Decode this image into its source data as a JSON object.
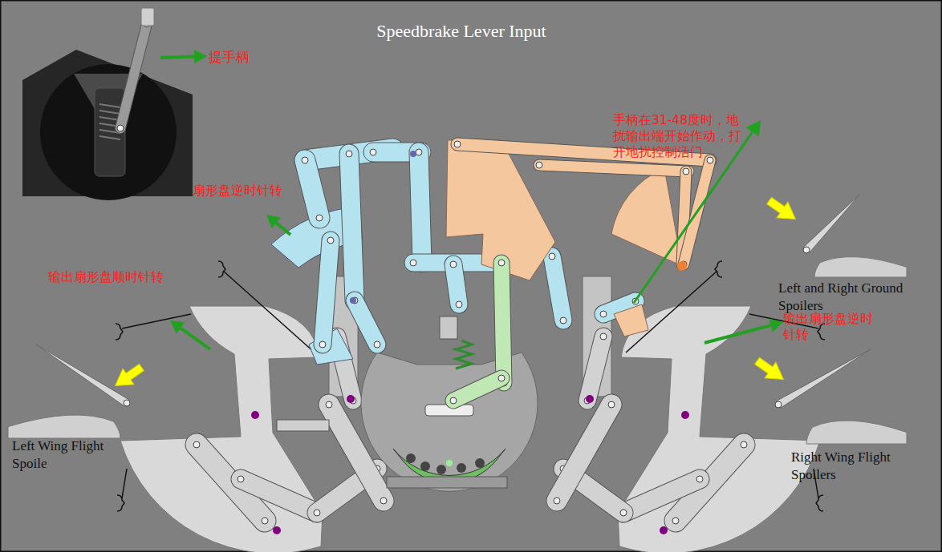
{
  "diagram": {
    "title": "Speedbrake Lever Input",
    "labels": [
      "提手柄",
      "手柄在31-48度时，地扰输出端开始作动，打开地扰控制活门",
      "扇形盘逆时针转",
      "输出扇形盘顺时针转",
      "Left and Right Ground Spoilers",
      "输出扇形盘逆时针转",
      "Left Wing Flight Spoile",
      "Right Wing Flight Spoilers"
    ]
  }
}
